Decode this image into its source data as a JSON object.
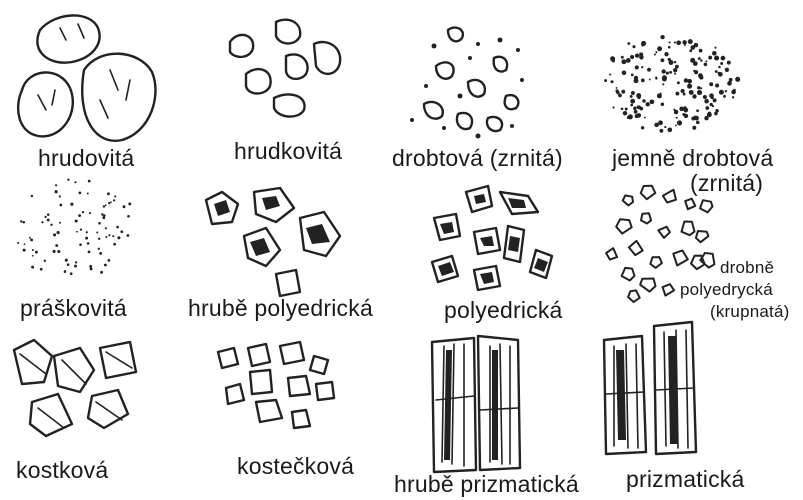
{
  "figure": {
    "labels": {
      "hrudovita": "hrudovitá",
      "hrudkovita": "hrudkovitá",
      "drobtova": "drobtová (zrnitá)",
      "jemne_drobtova_1": "jemně drobtová",
      "jemne_drobtova_2": "(zrnitá)",
      "praskovita": "práškovitá",
      "hrube_polyedricka": "hrubě polyedrická",
      "polyedricka": "polyedrická",
      "drobne_poly_1": "drobně",
      "drobne_poly_2": "polyedrycká",
      "drobne_poly_3": "(krupnatá)",
      "kostkova": "kostková",
      "kosteckova": "kostečková",
      "hrube_prizmaticka": "hrubě prizmatická",
      "prizmaticka": "prizmatická"
    }
  }
}
